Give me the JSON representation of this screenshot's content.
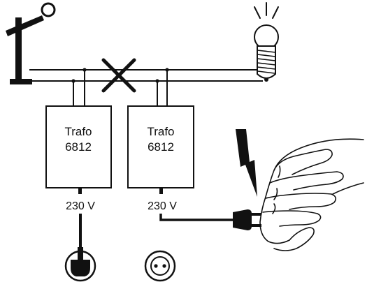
{
  "transformers": [
    {
      "name": "Trafo",
      "model": "6812",
      "voltage": "230 V"
    },
    {
      "name": "Trafo",
      "model": "6812",
      "voltage": "230 V"
    }
  ],
  "icons": {
    "signal": "railway-signal-icon",
    "lamp": "light-bulb-icon",
    "short_circuit": "cross-icon",
    "shock": "lightning-bolt-icon",
    "hand": "hand-icon",
    "plug": "power-plug-icon",
    "socket": "wall-socket-icon"
  },
  "colors": {
    "ink": "#111111",
    "background": "#ffffff"
  }
}
